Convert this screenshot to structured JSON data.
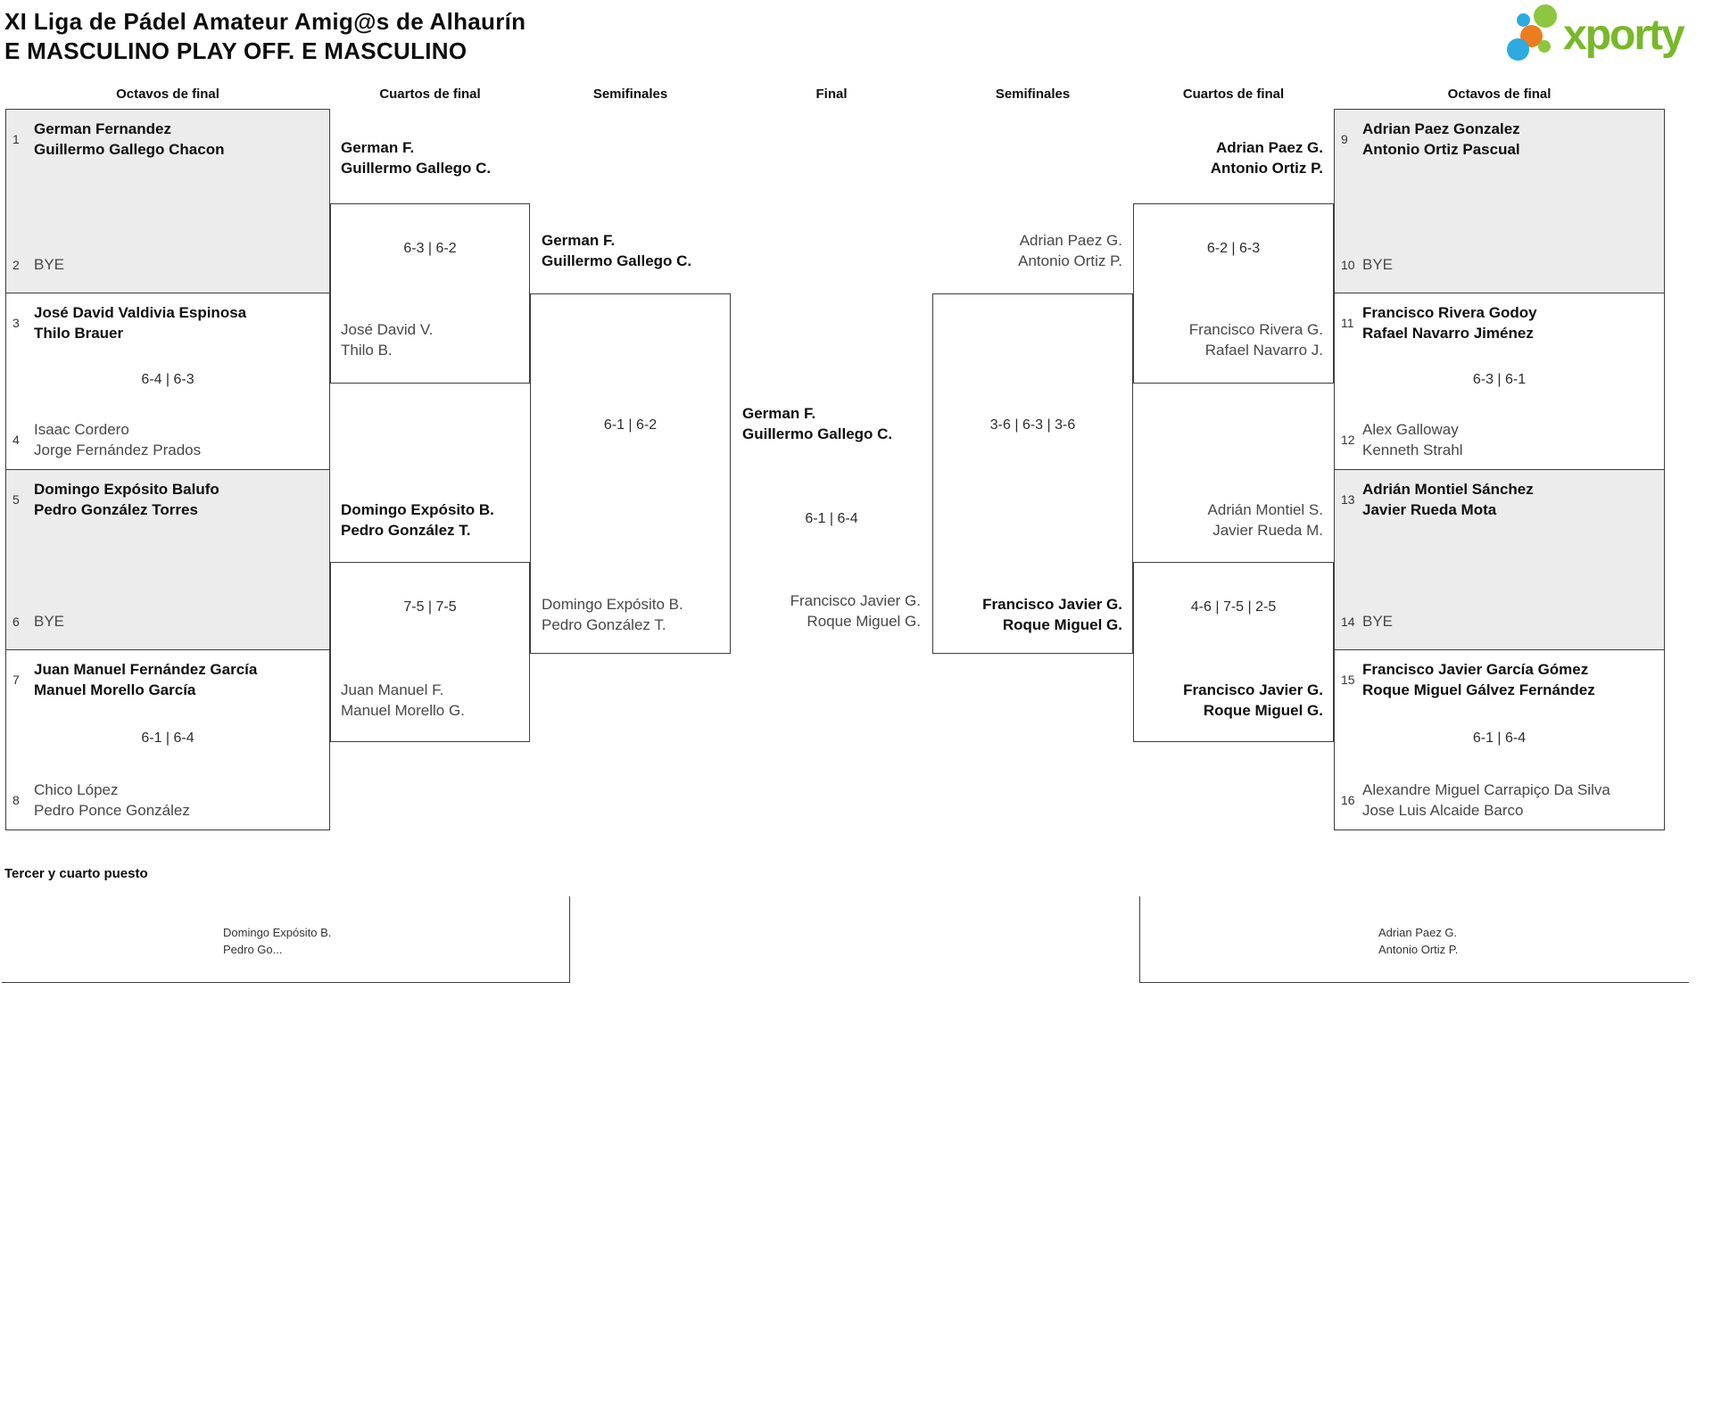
{
  "title": {
    "line1": "XI Liga de Pádel Amateur Amig@s de Alhaurín",
    "line2": "E MASCULINO PLAY OFF. E MASCULINO"
  },
  "logo": {
    "text": "xporty",
    "green": "#78b829",
    "blue": "#2caae1",
    "orange": "#ec7d1d"
  },
  "rounds": [
    "Octavos de final",
    "Cuartos de final",
    "Semifinales",
    "Final",
    "Semifinales",
    "Cuartos de final",
    "Octavos de final"
  ],
  "octavos_left": [
    {
      "seed_top": "1",
      "top": [
        "German Fernandez",
        "Guillermo Gallego Chacon"
      ],
      "seed_bottom": "2",
      "bottom": [
        "BYE"
      ],
      "score": ""
    },
    {
      "seed_top": "3",
      "top": [
        "José David Valdivia Espinosa",
        "Thilo Brauer"
      ],
      "score": "6-4 | 6-3",
      "seed_bottom": "4",
      "bottom": [
        "Isaac Cordero",
        "Jorge Fernández Prados"
      ]
    },
    {
      "seed_top": "5",
      "top": [
        "Domingo Expósito Balufo",
        "Pedro González Torres"
      ],
      "seed_bottom": "6",
      "bottom": [
        "BYE"
      ],
      "score": ""
    },
    {
      "seed_top": "7",
      "top": [
        "Juan Manuel Fernández García",
        "Manuel Morello García"
      ],
      "score": "6-1 | 6-4",
      "seed_bottom": "8",
      "bottom": [
        "Chico López",
        "Pedro Ponce González"
      ]
    }
  ],
  "octavos_right": [
    {
      "seed_top": "9",
      "top": [
        "Adrian Paez Gonzalez",
        "Antonio Ortiz Pascual"
      ],
      "seed_bottom": "10",
      "bottom": [
        "BYE"
      ],
      "score": ""
    },
    {
      "seed_top": "11",
      "top": [
        "Francisco Rivera Godoy",
        "Rafael Navarro Jiménez"
      ],
      "score": "6-3 | 6-1",
      "seed_bottom": "12",
      "bottom": [
        "Alex Galloway",
        "Kenneth Strahl"
      ]
    },
    {
      "seed_top": "13",
      "top": [
        "Adrián Montiel Sánchez",
        "Javier Rueda Mota"
      ],
      "seed_bottom": "14",
      "bottom": [
        "BYE"
      ],
      "score": ""
    },
    {
      "seed_top": "15",
      "top": [
        "Francisco Javier García Gómez",
        "Roque Miguel Gálvez Fernández"
      ],
      "score": "6-1 | 6-4",
      "seed_bottom": "16",
      "bottom": [
        "Alexandre Miguel Carrapiço Da Silva",
        "Jose Luis Alcaide Barco"
      ]
    }
  ],
  "cuartos_left": [
    {
      "top": [
        "German F.",
        "Guillermo Gallego C."
      ],
      "score": "6-3 | 6-2",
      "bottom": [
        "José David V.",
        "Thilo B."
      ]
    },
    {
      "top": [
        "Domingo Expósito B.",
        "Pedro González T."
      ],
      "score": "7-5 | 7-5",
      "bottom": [
        "Juan Manuel F.",
        "Manuel Morello G."
      ]
    }
  ],
  "cuartos_right": [
    {
      "top": [
        "Adrian Paez G.",
        "Antonio Ortiz P."
      ],
      "score": "6-2 | 6-3",
      "bottom": [
        "Francisco Rivera G.",
        "Rafael Navarro J."
      ]
    },
    {
      "top": [
        "Adrián Montiel S.",
        "Javier Rueda M."
      ],
      "score": "4-6 | 7-5 | 2-5",
      "bottom": [
        "Francisco Javier G.",
        "Roque Miguel G."
      ]
    }
  ],
  "semi_left": {
    "top": [
      "German F.",
      "Guillermo Gallego C."
    ],
    "score": "6-1 | 6-2",
    "bottom": [
      "Domingo Expósito B.",
      "Pedro González T."
    ]
  },
  "semi_right": {
    "top": [
      "Adrian Paez G.",
      "Antonio Ortiz P."
    ],
    "score": "3-6 | 6-3 | 3-6",
    "bottom": [
      "Francisco Javier G.",
      "Roque Miguel G."
    ]
  },
  "final": {
    "winner": [
      "German F.",
      "Guillermo Gallego C."
    ],
    "score": "6-1 | 6-4",
    "runner_up": [
      "Francisco Javier G.",
      "Roque Miguel G."
    ]
  },
  "third_place": {
    "heading": "Tercer y cuarto puesto",
    "left": [
      "Domingo Expósito B.",
      "Pedro Go..."
    ],
    "right": [
      "Adrian Paez G.",
      "Antonio Ortiz P."
    ]
  }
}
